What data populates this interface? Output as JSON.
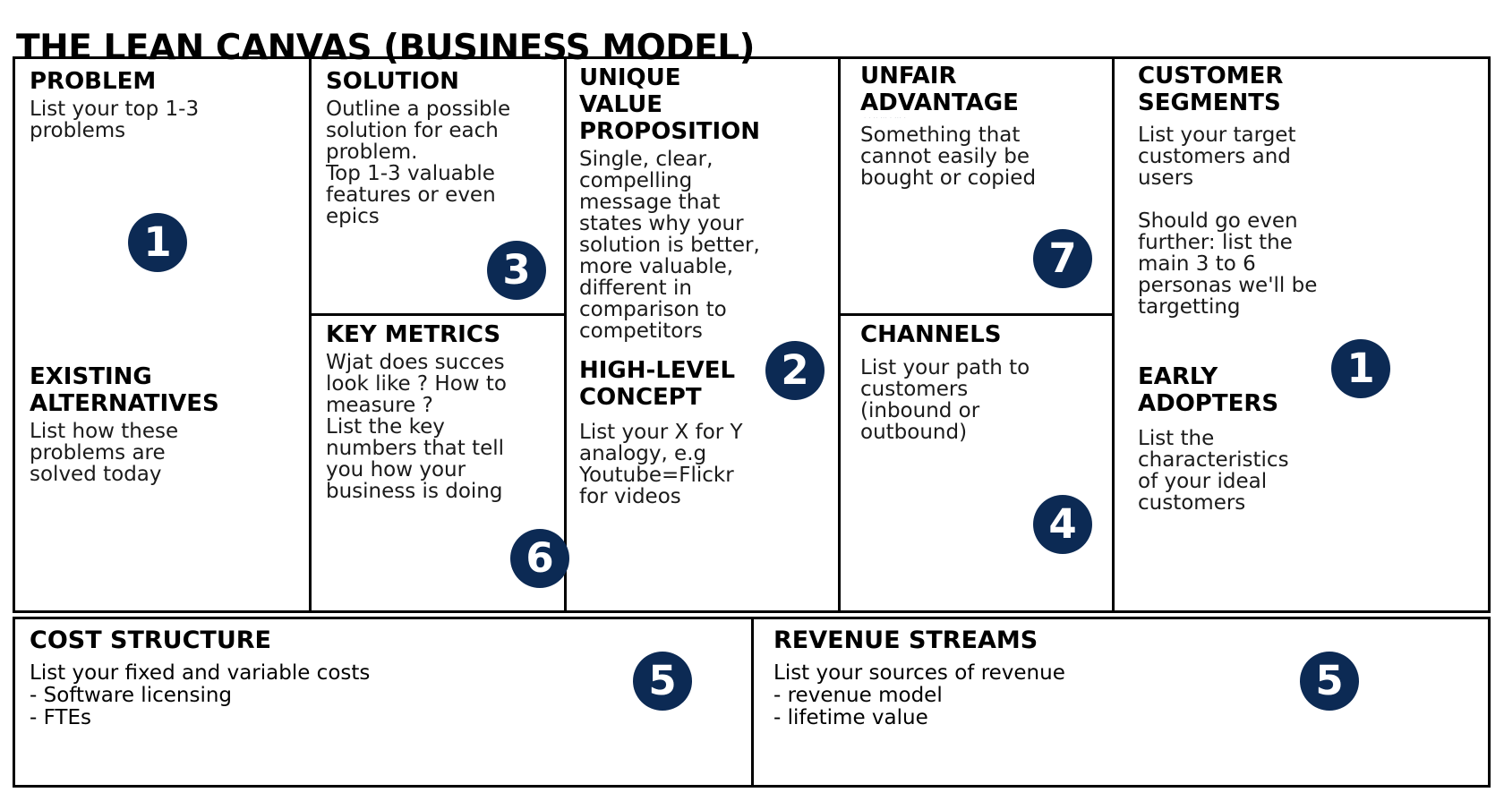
{
  "title": "THE LEAN CANVAS (BUSINESS MODEL)",
  "theme": {
    "badge_color": "#0c2a54",
    "badge_text_color": "#ffffff",
    "border_color": "#000000",
    "background": "#ffffff"
  },
  "cells": {
    "problem": {
      "title": "PROBLEM",
      "body": "List your top 1-3\nproblems",
      "badge": "1"
    },
    "existing_alternatives": {
      "title": "EXISTING\nALTERNATIVES",
      "body": "List how these\nproblems are\nsolved today"
    },
    "solution": {
      "title": "SOLUTION",
      "body": "Outline a possible\nsolution for each\nproblem.\nTop 1-3 valuable\nfeatures or even\nepics",
      "badge": "3"
    },
    "key_metrics": {
      "title": "KEY METRICS",
      "body": "Wjat does succes\nlook like ? How to\nmeasure ?\nList the key\nnumbers that tell\nyou how your\nbusiness is doing",
      "badge": "6"
    },
    "unique_value_proposition": {
      "title": "UNIQUE\nVALUE\nPROPOSITION",
      "body": "Single, clear,\ncompelling\nmessage that\nstates why your\nsolution is better,\nmore valuable,\ndifferent in\ncomparison to\ncompetitors",
      "badge": "2"
    },
    "high_level_concept": {
      "title": "HIGH-LEVEL\nCONCEPT",
      "body": "List your X for Y\nanalogy, e.g\nYoutube=Flickr\nfor videos"
    },
    "unfair_advantage": {
      "title": "UNFAIR\nADVANTAGE",
      "body": "Something that\ncannot easily be\nbought or copied",
      "badge": "7"
    },
    "channels": {
      "title": "CHANNELS",
      "body": "List your path to\ncustomers\n(inbound or\noutbound)",
      "badge": "4"
    },
    "customer_segments": {
      "title": "CUSTOMER\nSEGMENTS",
      "body": "List your target\ncustomers and\nusers",
      "body2": "Should go even\nfurther: list the\nmain 3 to 6\npersonas we'll be\ntargetting",
      "badge": "1"
    },
    "early_adopters": {
      "title": "EARLY\nADOPTERS",
      "body": "List the\ncharacteristics\nof your ideal\ncustomers"
    },
    "cost_structure": {
      "title": "COST STRUCTURE",
      "body": "List your fixed and variable costs\n- Software licensing\n- FTEs",
      "badge": "5"
    },
    "revenue_streams": {
      "title": "REVENUE STREAMS",
      "body": "List your sources of revenue\n- revenue model\n- lifetime value",
      "badge": "5"
    }
  }
}
